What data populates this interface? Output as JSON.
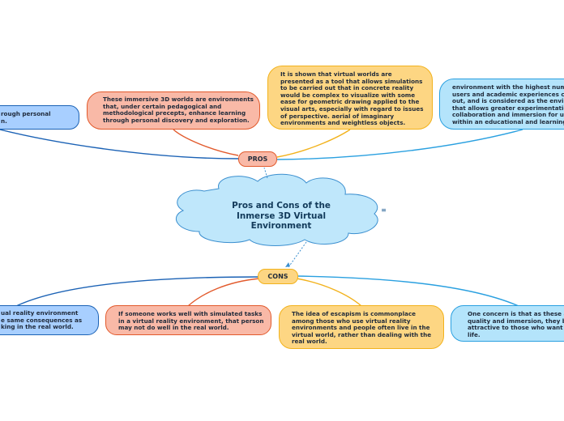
{
  "central_topic": {
    "line1": "Pros and Cons of the",
    "line2": "Inmerse 3D Virtual",
    "line3": "Environment"
  },
  "pros": {
    "label": "PROS",
    "items": [
      {
        "lines": [
          "rough personal",
          "n."
        ],
        "color": "#a8cfff"
      },
      {
        "lines": [
          "These immersive 3D worlds are environments",
          "that, under certain pedagogical and",
          "methodological precepts, enhance learning",
          "through personal discovery and exploration."
        ],
        "color": "#f9b9a7"
      },
      {
        "lines": [
          "It is shown that virtual worlds are",
          "presented as a tool that allows simulations",
          "to be carried out that in concrete reality",
          "would be complex to visualize with some",
          "ease for geometric drawing applied to the",
          "visual arts, especially with regard to issues",
          "of perspective. aerial of imaginary",
          "environments and weightless objects."
        ],
        "color": "#fdd683"
      },
      {
        "lines": [
          "environment with the highest numb",
          "users and academic experiences ca",
          "out, and is considered as the enviro",
          "that allows greater experimentation",
          "collaboration and immersion for use",
          "within an educational and learning"
        ],
        "color": "#b4e4fb"
      }
    ]
  },
  "cons": {
    "label": "CONS",
    "items": [
      {
        "lines": [
          "ual reality environment",
          "e same consequences as",
          "king in the real world."
        ],
        "color": "#a8cfff"
      },
      {
        "lines": [
          "If someone works well with simulated tasks",
          "in a virtual reality environment, that person",
          "may not do well in the real world."
        ],
        "color": "#f9b9a7"
      },
      {
        "lines": [
          "The idea of escapism is commonplace",
          "among those who use virtual reality",
          "environments and people often live in the",
          "virtual world, rather than dealing with the",
          "real world."
        ],
        "color": "#fdd683"
      },
      {
        "lines": [
          "One concern is that as these ac",
          "quality and immersion, they be",
          "attractive to those who want t",
          "life."
        ],
        "color": "#b4e4fb"
      }
    ]
  },
  "colors": {
    "cloud_fill": "#bfe7fb",
    "cloud_stroke": "#3b8fcf",
    "main_pill": "#fdd683",
    "pros_pill": "#f9b9a7",
    "link_blue_dark": "#1b62b5",
    "link_red": "#e25a2c",
    "link_orange": "#f2b21c",
    "link_blue_light": "#2aa0e0"
  },
  "icons": {
    "note": "≡"
  }
}
